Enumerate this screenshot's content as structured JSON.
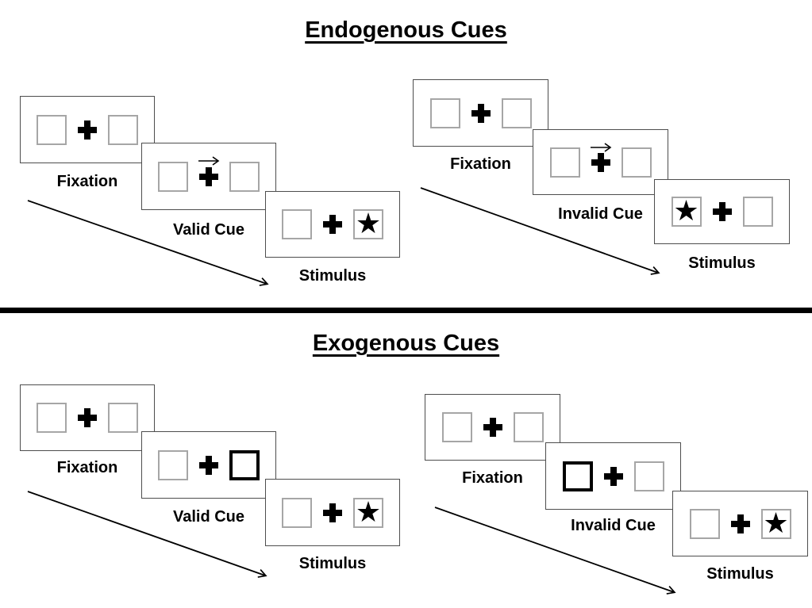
{
  "colors": {
    "background": "#ffffff",
    "ink": "#000000",
    "panel_border": "#4d4d4d",
    "square_border": "#a6a6a6",
    "cue_highlight_border": "#000000"
  },
  "icons": {
    "cue_arrow": "right-arrow",
    "timeline_arrow": "diagonal-right-down-arrow",
    "star_glyph": "★",
    "fixation_cross": "plus"
  },
  "sections": [
    {
      "title": "Endogenous Cues",
      "sequences": [
        {
          "name": "valid",
          "panels": [
            {
              "label": "Fixation",
              "left": "",
              "right": ""
            },
            {
              "label": "Valid Cue",
              "left": "",
              "right": "",
              "cue": "right-arrow"
            },
            {
              "label": "Stimulus",
              "left": "",
              "right": "★"
            }
          ]
        },
        {
          "name": "invalid",
          "panels": [
            {
              "label": "Fixation",
              "left": "",
              "right": ""
            },
            {
              "label": "Invalid Cue",
              "left": "",
              "right": "",
              "cue": "right-arrow"
            },
            {
              "label": "Stimulus",
              "left": "★",
              "right": ""
            }
          ]
        }
      ]
    },
    {
      "title": "Exogenous Cues",
      "sequences": [
        {
          "name": "valid",
          "panels": [
            {
              "label": "Fixation",
              "left": "",
              "right": ""
            },
            {
              "label": "Valid Cue",
              "left": "",
              "right": "",
              "cue": "right-box-highlight"
            },
            {
              "label": "Stimulus",
              "left": "",
              "right": "★"
            }
          ]
        },
        {
          "name": "invalid",
          "panels": [
            {
              "label": "Fixation",
              "left": "",
              "right": ""
            },
            {
              "label": "Invalid Cue",
              "left": "",
              "right": "",
              "cue": "left-box-highlight"
            },
            {
              "label": "Stimulus",
              "left": "",
              "right": "★"
            }
          ]
        }
      ]
    }
  ]
}
